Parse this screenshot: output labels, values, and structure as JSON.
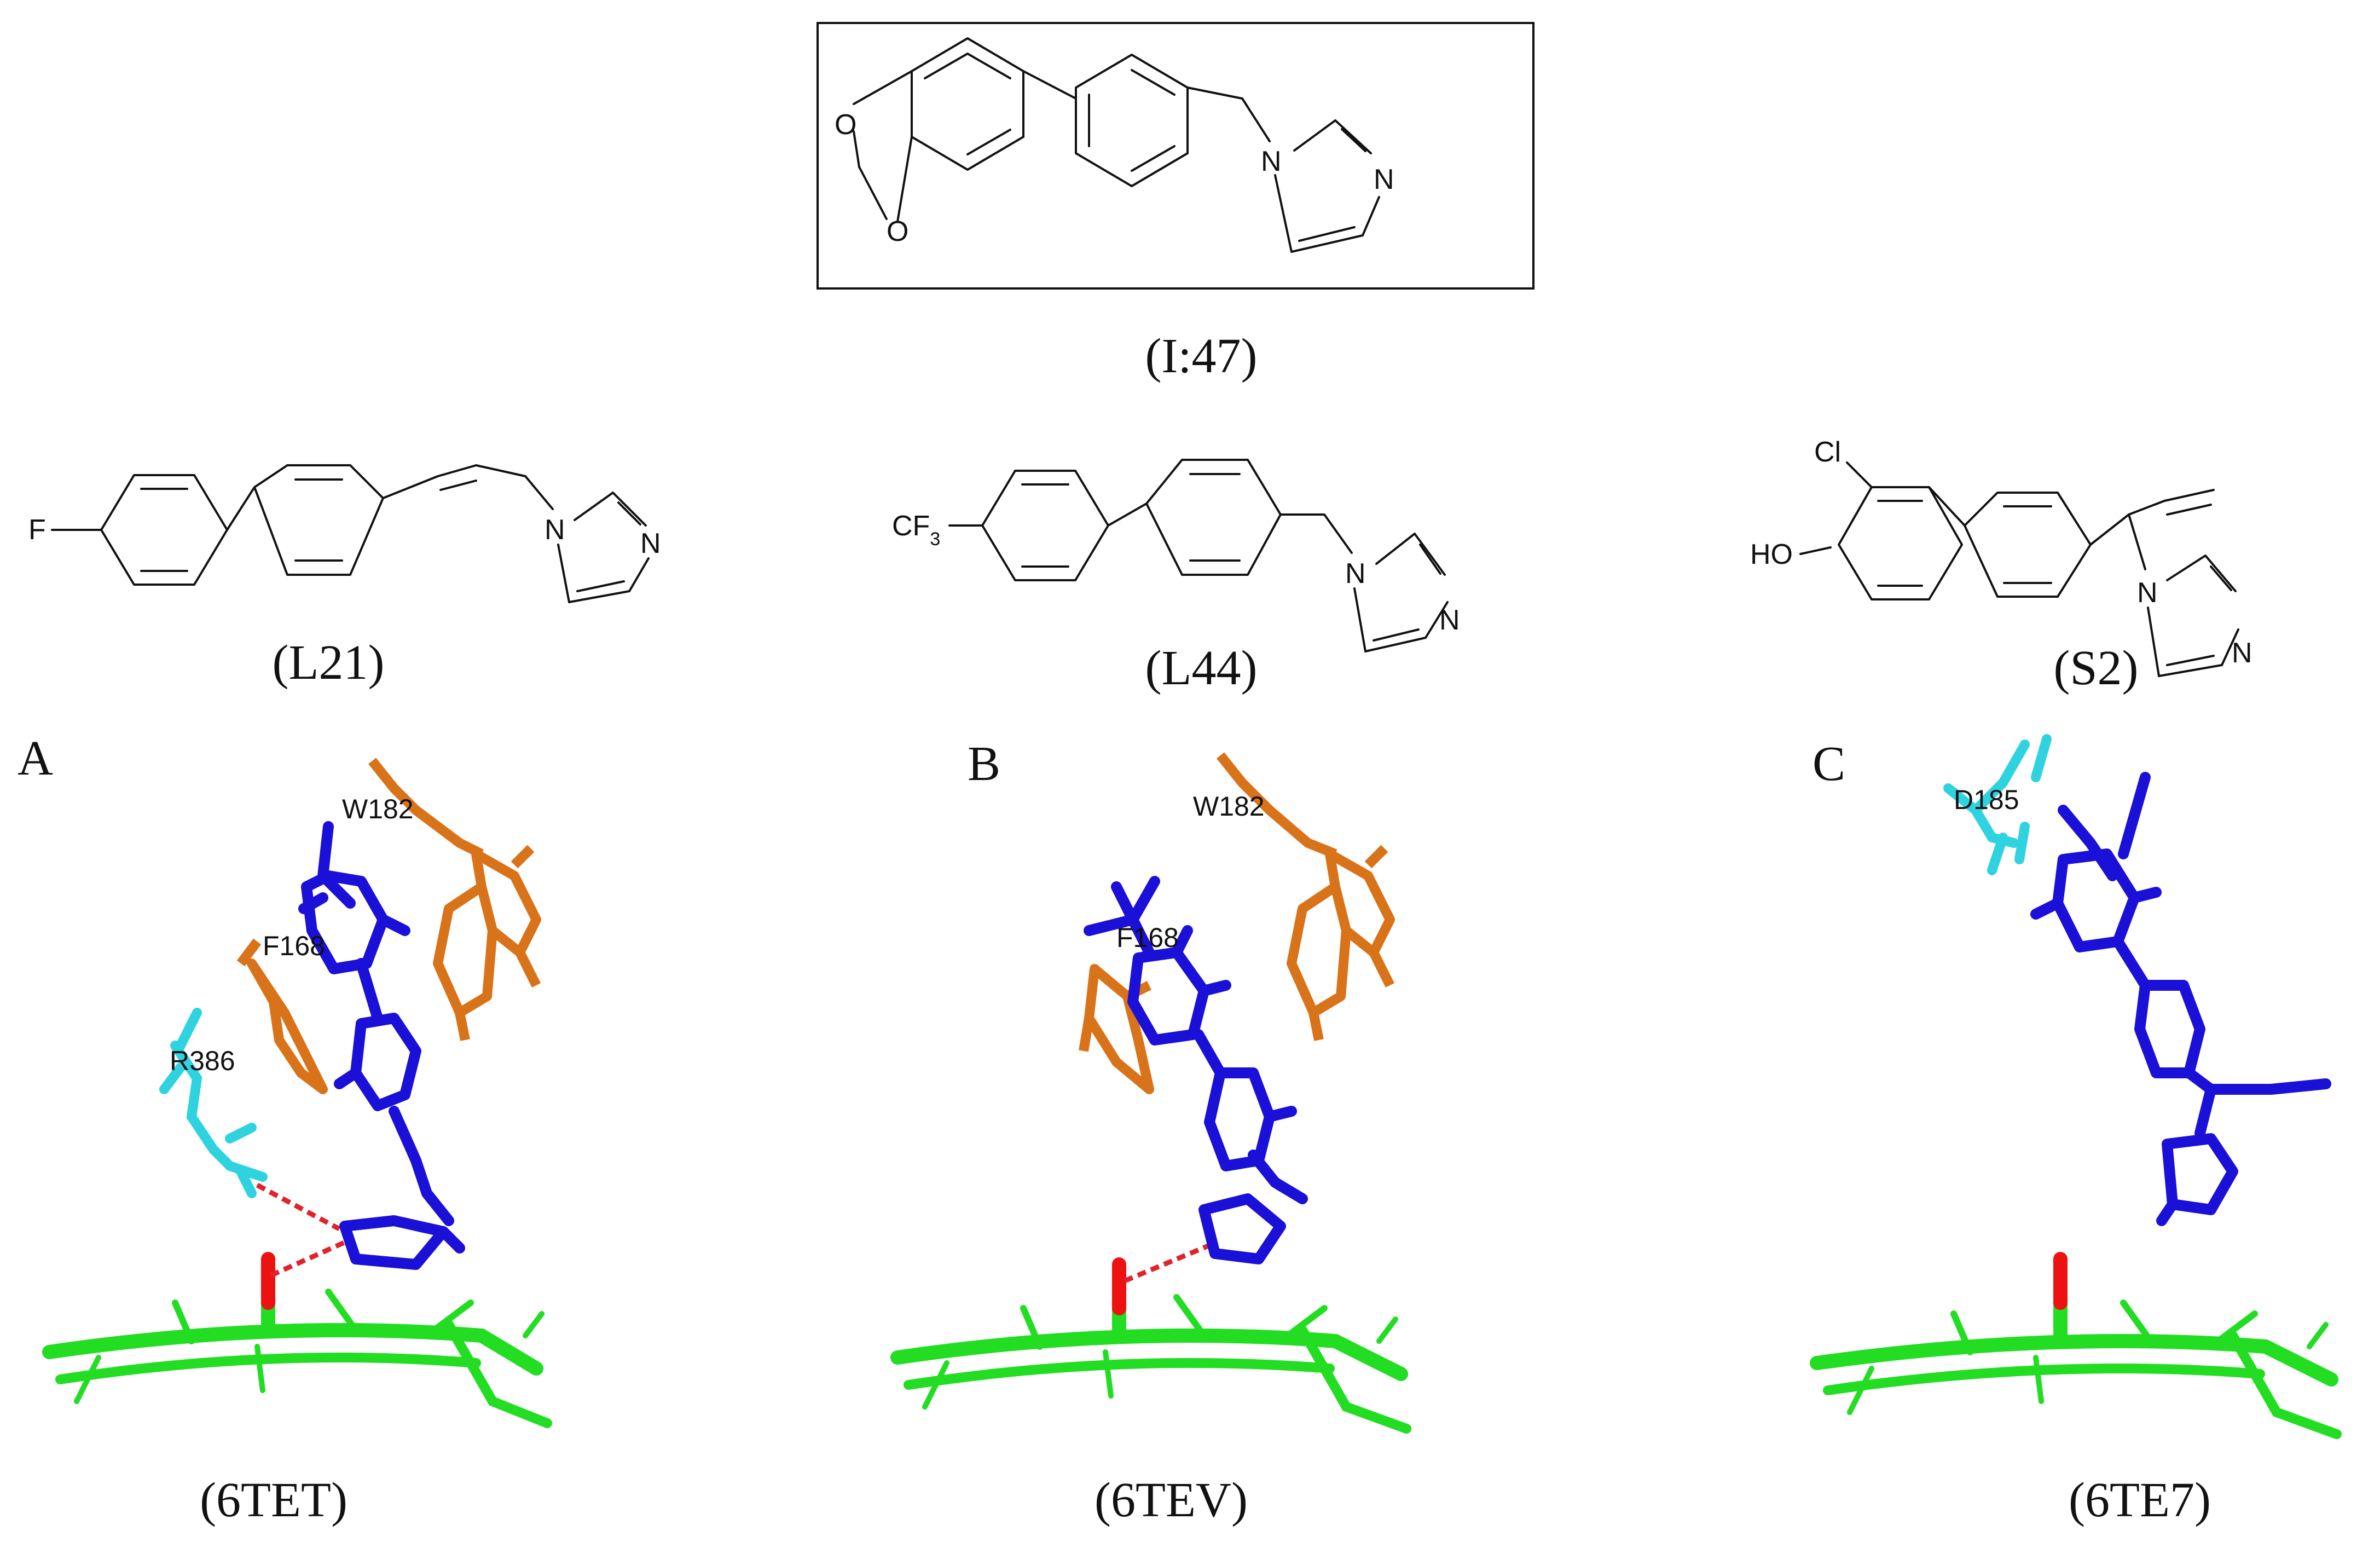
{
  "top": {
    "caption": "(I:47)",
    "atoms": {
      "o1": "O",
      "o2": "O",
      "n1": "N",
      "n2": "N"
    }
  },
  "middle": {
    "l21": {
      "caption": "(L21)",
      "f": "F",
      "n1": "N",
      "n2": "N"
    },
    "l44": {
      "caption": "(L44)",
      "cf": "CF",
      "cf_sub": "3",
      "n1": "N",
      "n2": "N"
    },
    "s2": {
      "caption": "(S2)",
      "cl": "Cl",
      "ho": "HO",
      "n1": "N",
      "n2": "N"
    }
  },
  "panels": {
    "a": {
      "letter": "A",
      "caption": "(6TET)",
      "res1": "W182",
      "res2": "F168",
      "res3": "R386"
    },
    "b": {
      "letter": "B",
      "caption": "(6TEV)",
      "res1": "W182",
      "res2": "F168"
    },
    "c": {
      "letter": "C",
      "caption": "(6TE7)",
      "res1": "D185"
    }
  },
  "colors": {
    "ligand": "#1a10d8",
    "residue_orange": "#d9731a",
    "residue_cyan": "#2fd3df",
    "heme": "#22dd22",
    "oxygen": "#ee1111",
    "hbond": "#e0222b"
  }
}
